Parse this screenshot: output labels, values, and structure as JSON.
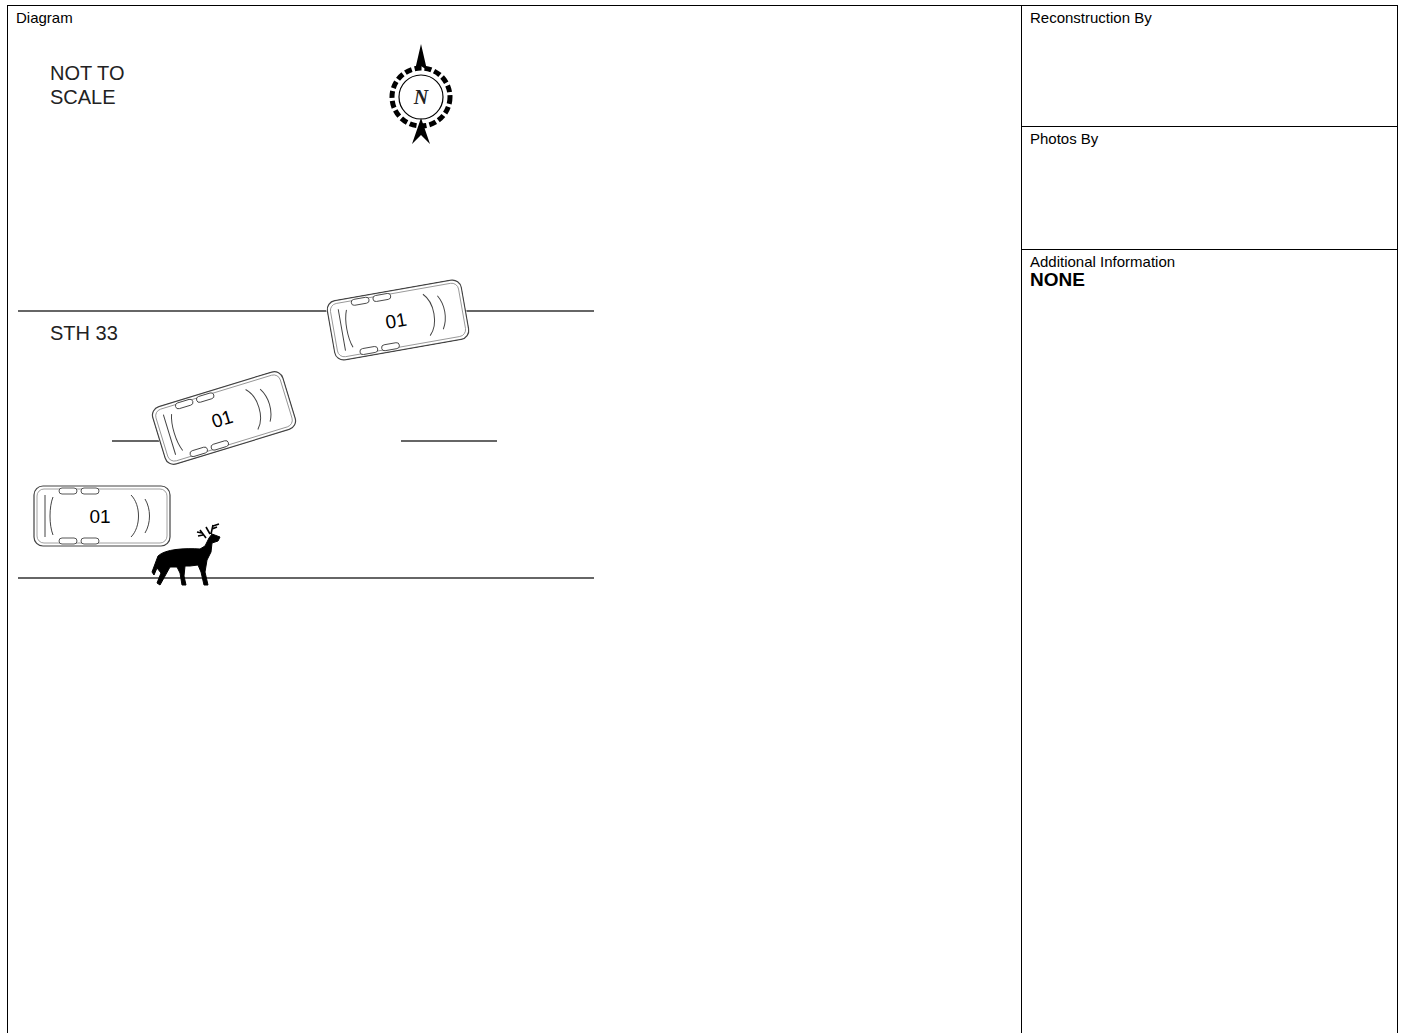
{
  "diagram": {
    "nodes": [
      {
        "text": [
          "Diagram"
        ]
      },
      {
        "text": [
          "01"
        ],
        "in": 0
      },
      {
        "text": [
          "01"
        ],
        "in": 0
      },
      {
        "text": [
          "01"
        ],
        "in": 0
      },
      {
        "text": [
          "Reconstruction By"
        ]
      },
      {
        "text": [
          "Photos By"
        ]
      },
      {
        "text": [
          "Additional Information",
          "NONE"
        ]
      }
    ],
    "labels": [
      "NOT TO SCALE",
      "N",
      "STH 33"
    ]
  }
}
